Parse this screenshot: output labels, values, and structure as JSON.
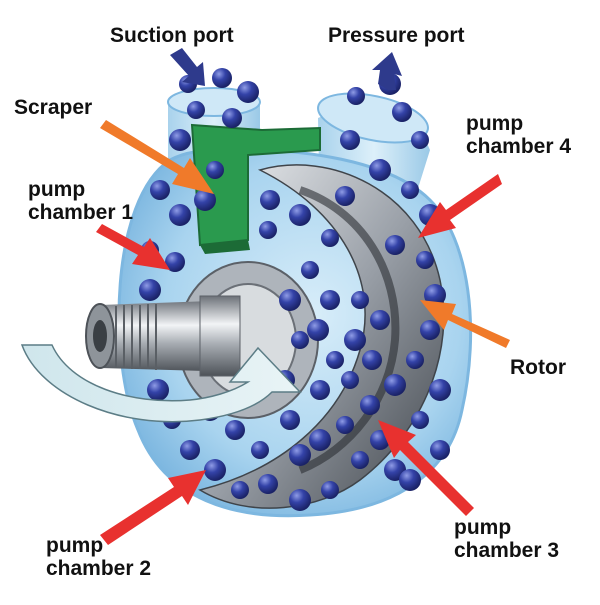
{
  "labels": {
    "suction_port": "Suction port",
    "pressure_port": "Pressure port",
    "scraper": "Scraper",
    "pump_chamber_1": [
      "pump",
      "chamber 1"
    ],
    "pump_chamber_4": [
      "pump",
      "chamber 4"
    ],
    "rotor": "Rotor",
    "pump_chamber_2": [
      "pump",
      "chamber 2"
    ],
    "pump_chamber_3": [
      "pump",
      "chamber 3"
    ]
  },
  "colors": {
    "red_arrow": "#e8312f",
    "orange_arrow": "#f07a2a",
    "port_arrow": "#2e3a8c",
    "housing": "#a9d4ef",
    "ball": "#2f3e9e",
    "scraper": "#2a9a4e",
    "shaft": "#b9bec4",
    "rotation_arrow": "#cfe6ec"
  },
  "icons": [
    "suction-arrow-icon",
    "pressure-arrow-icon",
    "rotation-arrow-icon"
  ]
}
